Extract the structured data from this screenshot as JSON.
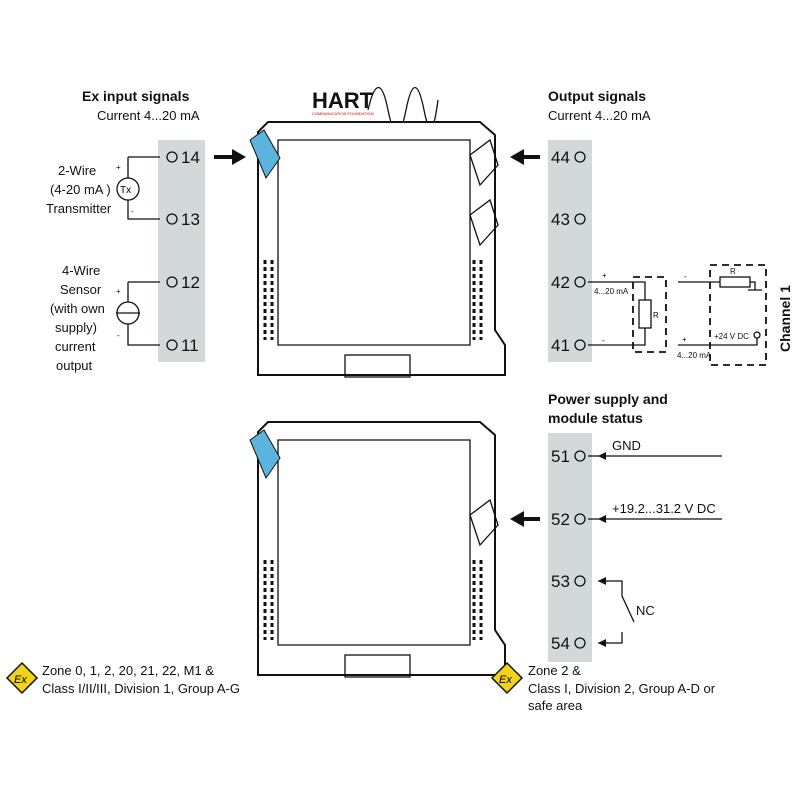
{
  "logo": {
    "text": "HART",
    "subtitle": "COMMUNICATION FOUNDATION"
  },
  "input": {
    "title": "Ex input signals",
    "subtitle": "Current 4...20 mA",
    "two_wire": [
      "2-Wire",
      "(4-20 mA )",
      "Transmitter"
    ],
    "tx": "Tx",
    "four_wire": [
      "4-Wire",
      "Sensor",
      "(with own",
      "supply)",
      "current",
      "output"
    ],
    "terminals": [
      "14",
      "13",
      "12",
      "11"
    ],
    "plus": "+",
    "minus": "-"
  },
  "output": {
    "title": "Output signals",
    "subtitle": "Current 4...20 mA",
    "terminals": [
      "44",
      "43",
      "42",
      "41"
    ],
    "current_label": "4...20 mA",
    "rl": "R",
    "supply": "+24 V DC",
    "channel": "Channel 1"
  },
  "power": {
    "title": [
      "Power supply and",
      "module status"
    ],
    "terminals": [
      "51",
      "52",
      "53",
      "54"
    ],
    "gnd": "GND",
    "voltage": "+19.2...31.2 V DC",
    "nc": "NC"
  },
  "zones": {
    "left": [
      "Zone 0, 1, 2, 20, 21, 22, M1 &",
      "Class I/II/III, Division 1, Group A-G"
    ],
    "right": [
      "Zone 2 &",
      "Class I, Division 2, Group A-D or",
      "safe area"
    ],
    "ex": "Ex"
  },
  "colors": {
    "strip": "#d3d9d9",
    "accent": "#5ab4dc",
    "ex_badge": "#f3d21a"
  }
}
